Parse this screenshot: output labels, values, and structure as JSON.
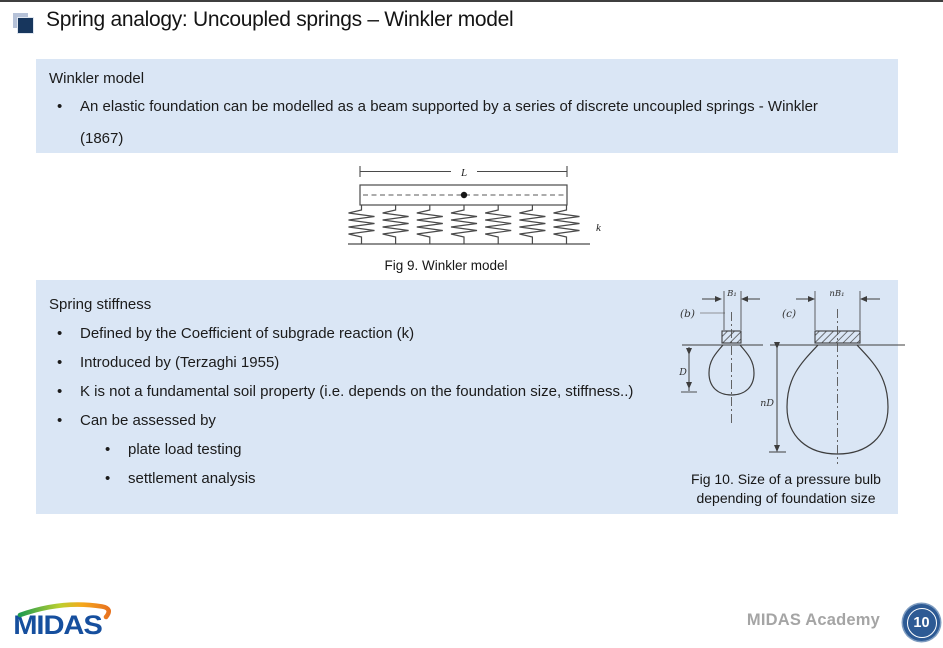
{
  "title": "Spring analogy: Uncoupled springs – Winkler model",
  "winkler_box": {
    "heading": "Winkler model",
    "bullet_marker": "•",
    "bullet_line1": "An elastic foundation can be modelled as a beam supported by a series of discrete uncoupled springs - Winkler",
    "bullet_line2": "(1867)"
  },
  "fig9": {
    "caption": "Fig 9. Winkler model",
    "labels": {
      "length": "L",
      "stiffness": "k"
    }
  },
  "stiffness_box": {
    "heading": "Spring stiffness",
    "bullet_marker": "•",
    "bullets": [
      "Defined by the Coefficient of subgrade reaction (k)",
      "Introduced by (Terzaghi 1955)",
      "K is not a fundamental soil property (i.e. depends on the foundation size, stiffness..)",
      "Can be assessed by"
    ],
    "sub_bullets": [
      "plate load testing",
      "settlement analysis"
    ]
  },
  "fig10": {
    "caption": "Fig 10. Size of a pressure bulb depending of foundation size",
    "labels": {
      "b": "(b)",
      "c": "(c)",
      "B1": "B₁",
      "nB1": "nB₁",
      "D": "D",
      "nD": "nD"
    }
  },
  "footer": {
    "logo": "MIDAS",
    "academy": "MIDAS Academy",
    "page_number": "10"
  },
  "colors": {
    "panel_bg": "#dae6f5",
    "accent_square": "#17365d",
    "accent_square_shadow": "#b6c2d8",
    "midas_blue": "#164f9e",
    "swoosh_green": "#1f9b50",
    "swoosh_orange": "#e8731f",
    "academy_gray": "#a5a5a5",
    "badge_blue": "#2d5a94",
    "top_line": "#3f3f3f"
  }
}
